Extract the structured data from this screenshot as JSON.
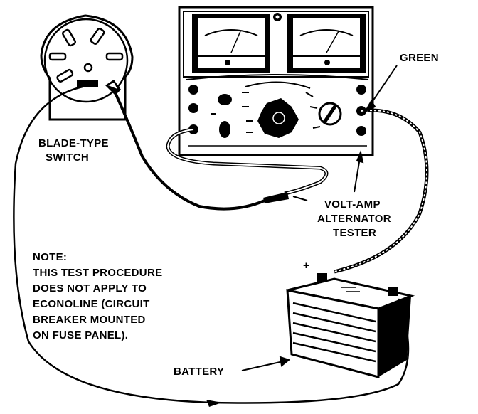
{
  "labels": {
    "switch_line1": "BLADE-TYPE",
    "switch_line2": "SWITCH",
    "green": "GREEN",
    "tester_line1": "VOLT-AMP",
    "tester_line2": "ALTERNATOR",
    "tester_line3": "TESTER",
    "battery": "BATTERY",
    "plus": "+"
  },
  "note": {
    "line1": "NOTE:",
    "line2": "THIS TEST PROCEDURE",
    "line3": "DOES NOT APPLY TO",
    "line4": "ECONOLINE (CIRCUIT",
    "line5": "BREAKER MOUNTED",
    "line6": "ON FUSE PANEL)."
  },
  "colors": {
    "ink": "#000000",
    "paper": "#ffffff"
  }
}
